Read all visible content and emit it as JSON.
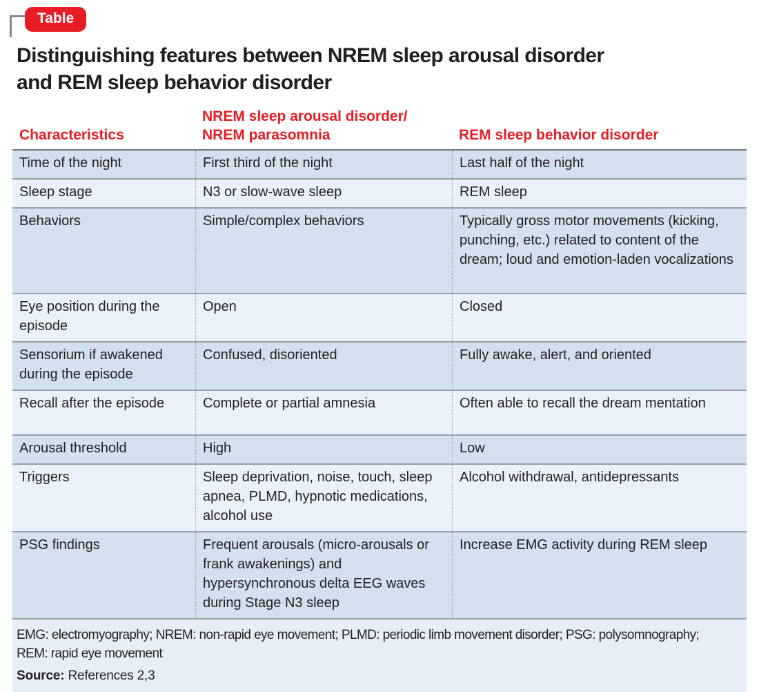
{
  "badge": {
    "label": "Table"
  },
  "title": {
    "line1": "Distinguishing features between NREM sleep arousal disorder",
    "line2": "and REM sleep behavior disorder"
  },
  "colors": {
    "accent_red": "#e81c24",
    "row_dark": "#d3e1ef",
    "row_light": "#eaf1fa",
    "footer_bg": "#e7eef8",
    "separator_gray": "#9aa0a5"
  },
  "table": {
    "headers": [
      [
        "Characteristics"
      ],
      [
        "NREM sleep arousal disorder/",
        "NREM parasomnia"
      ],
      [
        "REM sleep behavior disorder"
      ]
    ],
    "rows": [
      [
        "Time of the night",
        "First third of the night",
        "Last half of the night"
      ],
      [
        "Sleep stage",
        "N3 or slow-wave sleep",
        "REM sleep"
      ],
      [
        "Behaviors",
        "Simple/complex behaviors",
        "Typically gross motor movements (kicking, punching, etc.) related to content of the dream; loud and emotion-laden vocalizations"
      ],
      [
        "Eye position during the episode",
        "Open",
        "Closed"
      ],
      [
        "Sensorium if awakened during the episode",
        "Confused, disoriented",
        "Fully awake, alert, and oriented"
      ],
      [
        "Recall after the episode",
        "Complete or partial amnesia",
        "Often able to recall the dream mentation"
      ],
      [
        "Arousal threshold",
        "High",
        "Low"
      ],
      [
        "Triggers",
        "Sleep deprivation, noise, touch, sleep apnea, PLMD, hypnotic medications, alcohol use",
        "Alcohol withdrawal, antidepressants"
      ],
      [
        "PSG findings",
        "Frequent arousals (micro-arousals or frank awakenings) and hypersynchronous delta EEG waves during Stage N3 sleep",
        "Increase EMG activity during REM sleep"
      ]
    ]
  },
  "footer": {
    "abbreviations": "EMG: electromyography; NREM: non-rapid eye movement; PLMD: periodic limb movement disorder; PSG: polysomnography; REM: rapid eye movement",
    "source_label": "Source:",
    "source_text": "References 2,3"
  }
}
